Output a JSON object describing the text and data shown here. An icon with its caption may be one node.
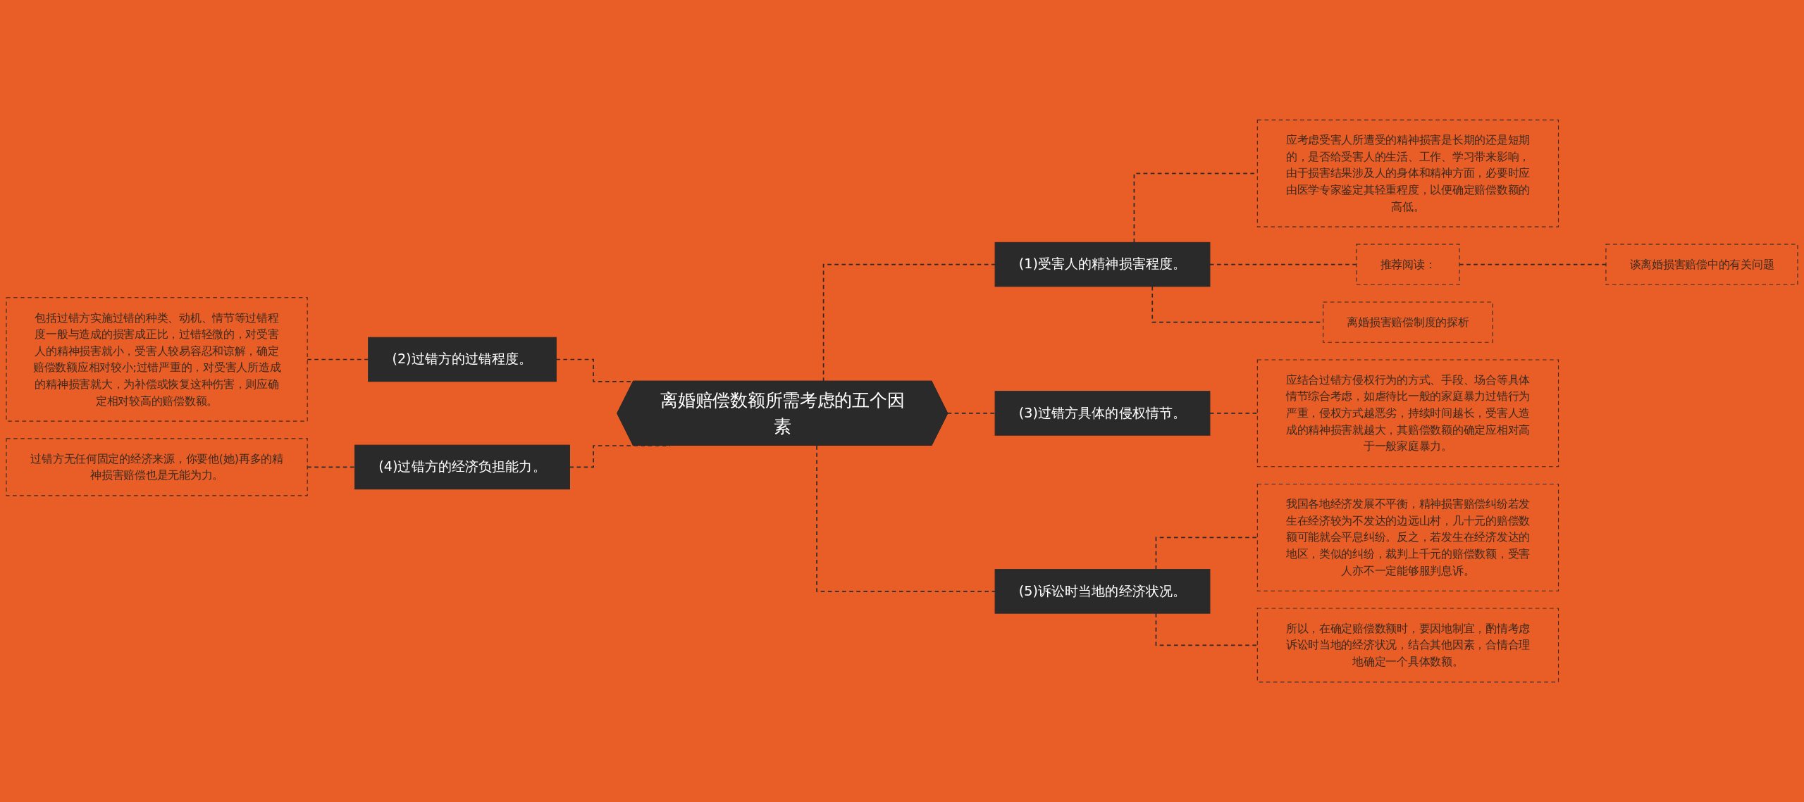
{
  "diagram": {
    "nodes": [
      {
        "text": [
          "离婚赔偿数额所需考虑的五个因素"
        ]
      },
      {
        "text": [
          "(1)受害人的精神损害程度。"
        ]
      },
      {
        "text": [
          "应考虑受害人所遭受的精神损害是长期的还是短期的，是否给受害人的生活、工作、学习带来影响，由于损害结果涉及人的身体和精神方面，必要时应由医学专家鉴定其轻重程度，以便确定赔偿数额的高低。"
        ]
      },
      {
        "text": [
          "推荐阅读："
        ]
      },
      {
        "text": [
          "谈离婚损害赔偿中的有关问题"
        ]
      },
      {
        "text": [
          "离婚损害赔偿制度的探析"
        ]
      },
      {
        "text": [
          "(2)过错方的过错程度。"
        ]
      },
      {
        "text": [
          "包括过错方实施过错的种类、动机、情节等过错程度一般与造成的损害成正比，过错轻微的，对受害人的精神损害就小，受害人较易容忍和谅解，确定赔偿数额应相对较小;过错严重的，对受害人所造成的精神损害就大，为补偿或恢复这种伤害，则应确定相对较高的赔偿数额。"
        ]
      },
      {
        "text": [
          "(4)过错方的经济负担能力。"
        ]
      },
      {
        "text": [
          "过错方无任何固定的经济来源，你要他(她)再多的精神损害赔偿也是无能为力。"
        ]
      },
      {
        "text": [
          "(3)过错方具体的侵权情节。"
        ]
      },
      {
        "text": [
          "应结合过错方侵权行为的方式、手段、场合等具体情节综合考虑，如虐待比一般的家庭暴力过错行为严重，侵权方式越恶劣，持续时间越长，受害人造成的精神损害就越大，其赔偿数额的确定应相对高于一般家庭暴力。"
        ]
      },
      {
        "text": [
          "(5)诉讼时当地的经济状况。"
        ]
      },
      {
        "text": [
          "我国各地经济发展不平衡，精神损害赔偿纠纷若发生在经济较为不发达的边远山村，几十元的赔偿数额可能就会平息纠纷。反之，若发生在经济发达的地区，类似的纠纷，裁判上千元的赔偿数额，受害人亦不一定能够服判息诉。"
        ]
      },
      {
        "text": [
          "所以，在确定赔偿数额时，要因地制宜，酌情考虑诉讼时当地的经济状况，结合其他因素，合情合理地确定一个具体数额。"
        ]
      }
    ],
    "edges": [
      {
        "from": 0,
        "to": 1,
        "arrow": "none",
        "style": "dashed"
      },
      {
        "from": 1,
        "to": 2,
        "arrow": "none",
        "style": "dashed"
      },
      {
        "from": 1,
        "to": 3,
        "arrow": "none",
        "style": "dashed"
      },
      {
        "from": 3,
        "to": 4,
        "arrow": "none",
        "style": "dashed"
      },
      {
        "from": 1,
        "to": 5,
        "arrow": "none",
        "style": "dashed"
      },
      {
        "from": 7,
        "to": 6,
        "arrow": "none",
        "style": "dashed"
      },
      {
        "from": 6,
        "to": 0,
        "arrow": "none",
        "style": "dashed"
      },
      {
        "from": 9,
        "to": 8,
        "arrow": "none",
        "style": "dashed"
      },
      {
        "from": 8,
        "to": 0,
        "arrow": "none",
        "style": "dashed"
      },
      {
        "from": 0,
        "to": 10,
        "arrow": "none",
        "style": "dashed"
      },
      {
        "from": 10,
        "to": 11,
        "arrow": "none",
        "style": "dashed"
      },
      {
        "from": 0,
        "to": 12,
        "arrow": "none",
        "style": "dashed"
      },
      {
        "from": 12,
        "to": 13,
        "arrow": "none",
        "style": "dashed"
      },
      {
        "from": 12,
        "to": 14,
        "arrow": "none",
        "style": "dashed"
      }
    ]
  }
}
